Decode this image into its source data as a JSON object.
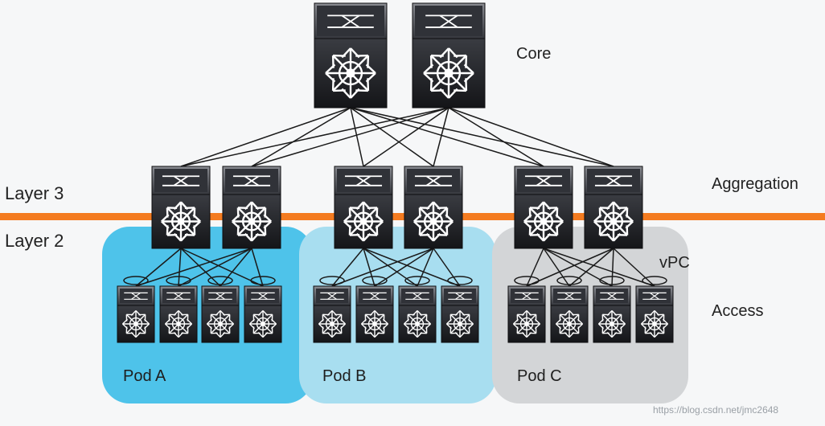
{
  "labels": {
    "core": "Core",
    "aggregation": "Aggregation",
    "access": "Access",
    "layer3": "Layer 3",
    "layer2": "Layer 2",
    "vpc": "vPC",
    "watermark": "https://blog.csdn.net/jmc2648"
  },
  "pods": [
    {
      "name": "Pod A",
      "color": "#4ec3ea"
    },
    {
      "name": "Pod B",
      "color": "#a8def0"
    },
    {
      "name": "Pod C",
      "color": "#d3d5d7"
    }
  ],
  "colors": {
    "layer_boundary": "#f47b20",
    "switch_body": "#1d1e22",
    "switch_panel": "#303238",
    "link": "#1a1a1a"
  },
  "icons": {
    "core_switch": "chassis-switch-icon",
    "aggregation_switch": "chassis-switch-icon",
    "access_switch": "access-switch-icon"
  }
}
